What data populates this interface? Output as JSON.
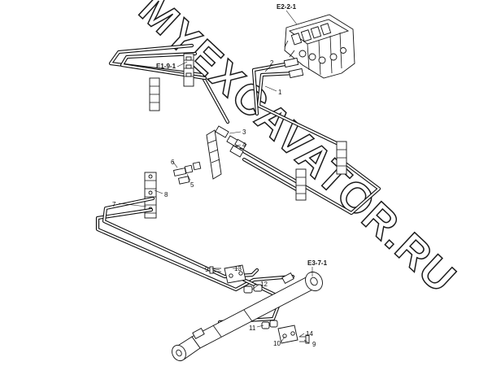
{
  "watermark": "MYEXCAVATOR.RU",
  "references": {
    "valve_block": "E2-2-1",
    "upper_bracket": "E1-9-1",
    "cylinder_end": "E3-7-1"
  },
  "callouts": {
    "c1": "1",
    "c2": "2",
    "c3": "3",
    "c4": "4",
    "c5": "5",
    "c6": "6",
    "c7": "7",
    "c8": "8",
    "c9a": "9",
    "c9b": "9",
    "c10": "10",
    "c11": "11",
    "c12": "12",
    "c13": "13",
    "c14": "14"
  },
  "colors": {
    "line": "#111111",
    "background": "#ffffff"
  }
}
